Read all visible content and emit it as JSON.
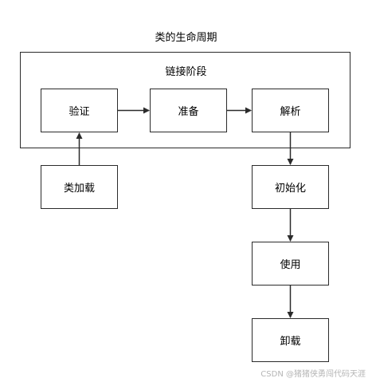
{
  "diagram": {
    "title": "类的生命周期",
    "group_label": "链接阶段",
    "nodes": {
      "verify": "验证",
      "prepare": "准备",
      "resolve": "解析",
      "load": "类加载",
      "init": "初始化",
      "use": "使用",
      "unload": "卸载"
    },
    "edges": [
      [
        "load",
        "verify"
      ],
      [
        "verify",
        "prepare"
      ],
      [
        "prepare",
        "resolve"
      ],
      [
        "resolve",
        "init"
      ],
      [
        "init",
        "use"
      ],
      [
        "use",
        "unload"
      ]
    ]
  },
  "watermark": "CSDN @猪猪侠勇闯代码天涯"
}
